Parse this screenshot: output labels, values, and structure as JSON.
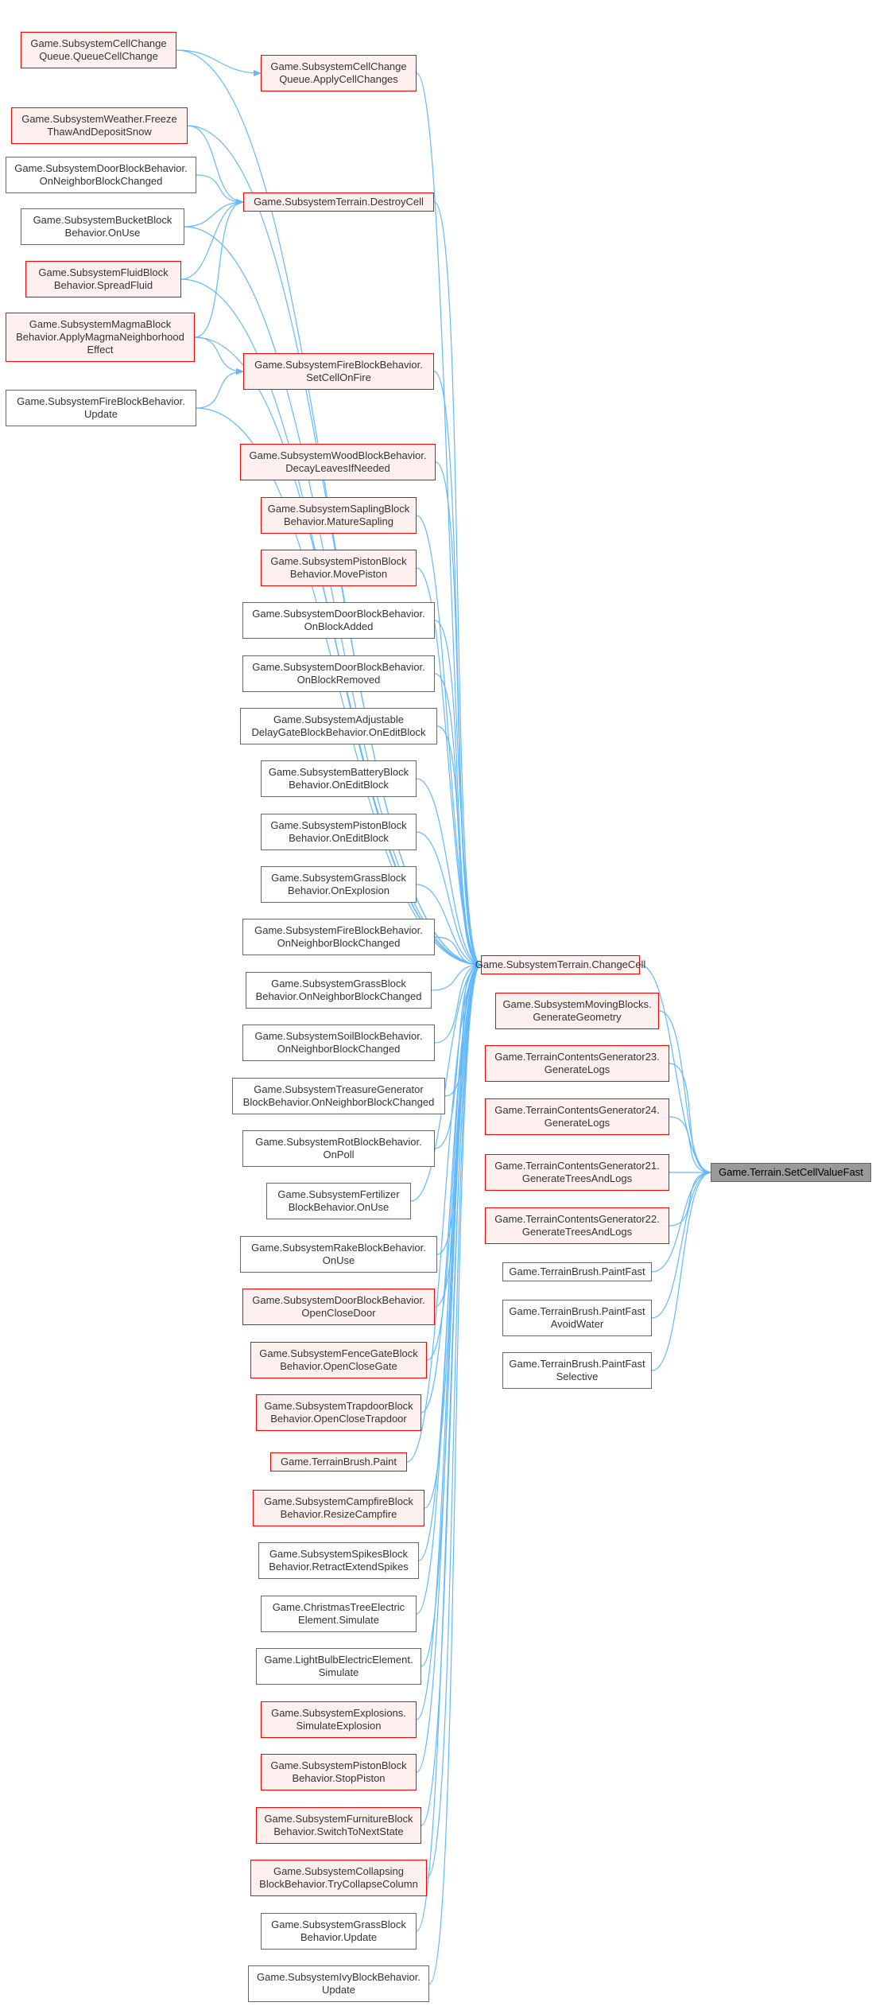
{
  "colors": {
    "edge": "#63b8ff",
    "red_border": "#ff0000",
    "red_fill": "#fff0f0",
    "root_fill": "#999999",
    "black_border": "#666666"
  },
  "nodes": {
    "root": "Game.Terrain.SetCellValueFast",
    "changecell": "Game.SubsystemTerrain.ChangeCell",
    "destroycell": "Game.SubsystemTerrain.DestroyCell",
    "applycell": "Game.SubsystemCellChange\nQueue.ApplyCellChanges",
    "queuecell": "Game.SubsystemCellChange\nQueue.QueueCellChange",
    "freeze": "Game.SubsystemWeather.Freeze\nThawAndDepositSnow",
    "doorneighbor_l": "Game.SubsystemDoorBlockBehavior.\nOnNeighborBlockChanged",
    "bucket": "Game.SubsystemBucketBlock\nBehavior.OnUse",
    "fluid": "Game.SubsystemFluidBlock\nBehavior.SpreadFluid",
    "magma": "Game.SubsystemMagmaBlock\nBehavior.ApplyMagmaNeighborhood\nEffect",
    "setcellonfire": "Game.SubsystemFireBlockBehavior.\nSetCellOnFire",
    "fireupdate": "Game.SubsystemFireBlockBehavior.\nUpdate",
    "woodleaves": "Game.SubsystemWoodBlockBehavior.\nDecayLeavesIfNeeded",
    "sapling": "Game.SubsystemSaplingBlock\nBehavior.MatureSapling",
    "pistonmove": "Game.SubsystemPistonBlock\nBehavior.MovePiston",
    "dooradded": "Game.SubsystemDoorBlockBehavior.\nOnBlockAdded",
    "doorremoved": "Game.SubsystemDoorBlockBehavior.\nOnBlockRemoved",
    "adjdelay": "Game.SubsystemAdjustable\nDelayGateBlockBehavior.OnEditBlock",
    "battery": "Game.SubsystemBatteryBlock\nBehavior.OnEditBlock",
    "pistonedit": "Game.SubsystemPistonBlock\nBehavior.OnEditBlock",
    "grassexpl": "Game.SubsystemGrassBlock\nBehavior.OnExplosion",
    "fireneighbor": "Game.SubsystemFireBlockBehavior.\nOnNeighborBlockChanged",
    "grassneighbor": "Game.SubsystemGrassBlock\nBehavior.OnNeighborBlockChanged",
    "soilneighbor": "Game.SubsystemSoilBlockBehavior.\nOnNeighborBlockChanged",
    "treasure": "Game.SubsystemTreasureGenerator\nBlockBehavior.OnNeighborBlockChanged",
    "rotpoll": "Game.SubsystemRotBlockBehavior.\nOnPoll",
    "fertilizer": "Game.SubsystemFertilizer\nBlockBehavior.OnUse",
    "rake": "Game.SubsystemRakeBlockBehavior.\nOnUse",
    "dooropenclose": "Game.SubsystemDoorBlockBehavior.\nOpenCloseDoor",
    "fencegate": "Game.SubsystemFenceGateBlock\nBehavior.OpenCloseGate",
    "trapdoor": "Game.SubsystemTrapdoorBlock\nBehavior.OpenCloseTrapdoor",
    "brushpaint": "Game.TerrainBrush.Paint",
    "campfire": "Game.SubsystemCampfireBlock\nBehavior.ResizeCampfire",
    "spikes": "Game.SubsystemSpikesBlock\nBehavior.RetractExtendSpikes",
    "xmas": "Game.ChristmasTreeElectric\nElement.Simulate",
    "lightbulb": "Game.LightBulbElectricElement.\nSimulate",
    "explosions": "Game.SubsystemExplosions.\nSimulateExplosion",
    "pistonstop": "Game.SubsystemPistonBlock\nBehavior.StopPiston",
    "furniture": "Game.SubsystemFurnitureBlock\nBehavior.SwitchToNextState",
    "collapsing": "Game.SubsystemCollapsing\nBlockBehavior.TryCollapseColumn",
    "grassupdate": "Game.SubsystemGrassBlock\nBehavior.Update",
    "ivyupdate": "Game.SubsystemIvyBlockBehavior.\nUpdate",
    "movingblocks": "Game.SubsystemMovingBlocks.\nGenerateGeometry",
    "gen23": "Game.TerrainContentsGenerator23.\nGenerateLogs",
    "gen24": "Game.TerrainContentsGenerator24.\nGenerateLogs",
    "gen21": "Game.TerrainContentsGenerator21.\nGenerateTreesAndLogs",
    "gen22": "Game.TerrainContentsGenerator22.\nGenerateTreesAndLogs",
    "paintfast": "Game.TerrainBrush.PaintFast",
    "paintavoid": "Game.TerrainBrush.PaintFast\nAvoidWater",
    "paintselective": "Game.TerrainBrush.PaintFast\nSelective"
  }
}
